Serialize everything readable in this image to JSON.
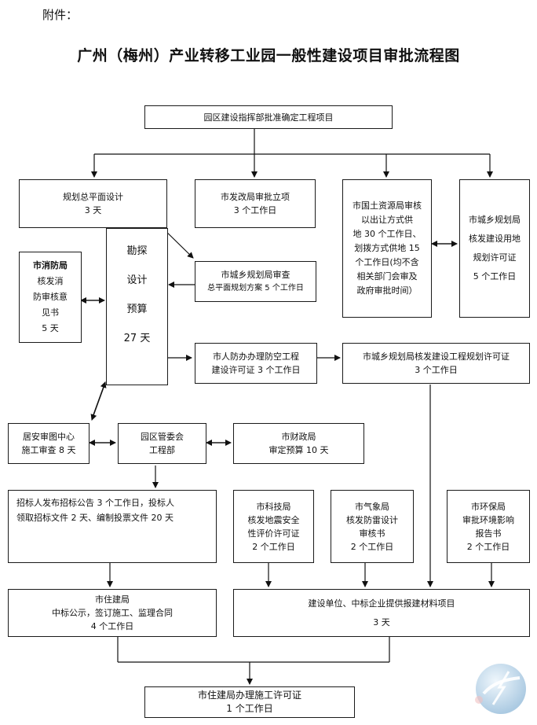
{
  "header": {
    "annex": "附件：",
    "title": "广州（梅州）产业转移工业园一般性建设项目审批流程图"
  },
  "nodes": {
    "top": [
      "园区建设指挥部批准确定工程项目"
    ],
    "planning": [
      "规划总平面设计",
      "3 天"
    ],
    "reform": [
      "市发改局审批立项",
      "3 个工作日"
    ],
    "land": [
      "市国土资源局审核",
      "以出让方式供",
      "地 30 个工作日、",
      "划拨方式供地 15",
      "个工作日(均不含",
      "相关部门会审及",
      "政府审批时间）"
    ],
    "land_permit": [
      "市城乡规划局",
      "核发建设用地",
      "规划许可证",
      "5 个工作日"
    ],
    "fire": [
      "市消防局",
      "核发消",
      "防审核意",
      "见书",
      "5 天"
    ],
    "survey": [
      "勘探",
      "设计",
      "预算",
      "27 天"
    ],
    "plan_review": [
      "市城乡规划局审查",
      "总平面规划方案 5 个工作日"
    ],
    "civil_defense": [
      "市人防办办理防空工程",
      "建设许可证 3 个工作日"
    ],
    "eng_permit": [
      "市城乡规划局核发建设工程规划许可证",
      "3 个工作日"
    ],
    "juan": [
      "居安审图中心",
      "施工审查 8 天"
    ],
    "committee": [
      "园区管委会",
      "工程部"
    ],
    "finance": [
      "市财政局",
      "审定预算 10 天"
    ],
    "bidding": [
      "招标人发布招标公告 3 个工作日，投标人",
      "领取招标文件 2 天、编制投票文件 20 天"
    ],
    "science": [
      "市科技局",
      "核发地震安全",
      "性评价许可证",
      "2 个工作日"
    ],
    "weather": [
      "市气象局",
      "核发防雷设计",
      "审核书",
      "2 个工作日"
    ],
    "environment": [
      "市环保局",
      "审批环境影响",
      "报告书",
      "2 个工作日"
    ],
    "housing": [
      "市住建局",
      "中标公示，签订施工、监理合同",
      "4 个工作日"
    ],
    "materials": [
      "建设单位、中标企业提供报建材料项目",
      "3 天"
    ],
    "final": [
      "市住建局办理施工许可证",
      "1 个工作日"
    ]
  }
}
